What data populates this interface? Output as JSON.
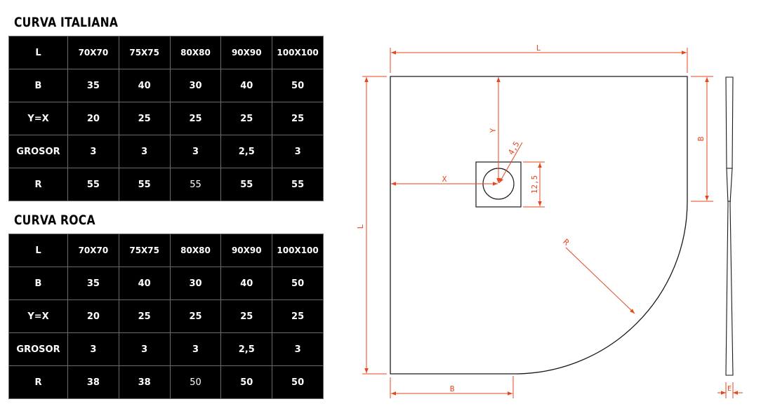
{
  "sections": [
    {
      "title": "CURVA ITALIANA",
      "rows": [
        {
          "label": "L",
          "cells": [
            "70X70",
            "75X75",
            "80X80",
            "90X90",
            "100X100"
          ]
        },
        {
          "label": "B",
          "cells": [
            "35",
            "40",
            "30",
            "40",
            "50"
          ]
        },
        {
          "label": "Y=X",
          "cells": [
            "20",
            "25",
            "25",
            "25",
            "25"
          ]
        },
        {
          "label": "GROSOR",
          "cells": [
            "3",
            "3",
            "3",
            "2,5",
            "3"
          ]
        },
        {
          "label": "R",
          "cells": [
            "55",
            "55",
            "55",
            "55",
            "55"
          ]
        }
      ]
    },
    {
      "title": "CURVA ROCA",
      "rows": [
        {
          "label": "L",
          "cells": [
            "70X70",
            "75X75",
            "80X80",
            "90X90",
            "100X100"
          ]
        },
        {
          "label": "B",
          "cells": [
            "35",
            "40",
            "30",
            "40",
            "50"
          ]
        },
        {
          "label": "Y=X",
          "cells": [
            "20",
            "25",
            "25",
            "25",
            "25"
          ]
        },
        {
          "label": "GROSOR",
          "cells": [
            "3",
            "3",
            "3",
            "2,5",
            "3"
          ]
        },
        {
          "label": "R",
          "cells": [
            "38",
            "38",
            "50",
            "50",
            "50"
          ]
        }
      ]
    }
  ],
  "drawing": {
    "labels": {
      "l_top": "L",
      "l_left": "L",
      "b_right": "B",
      "b_bottom": "B",
      "y": "Y",
      "x": "X",
      "drain_diameter": "4,5",
      "drain_size": "12,5",
      "radius": "R",
      "thickness": "E"
    },
    "colors": {
      "dimension": "#e8461e",
      "outline": "#1a1a1a"
    }
  }
}
